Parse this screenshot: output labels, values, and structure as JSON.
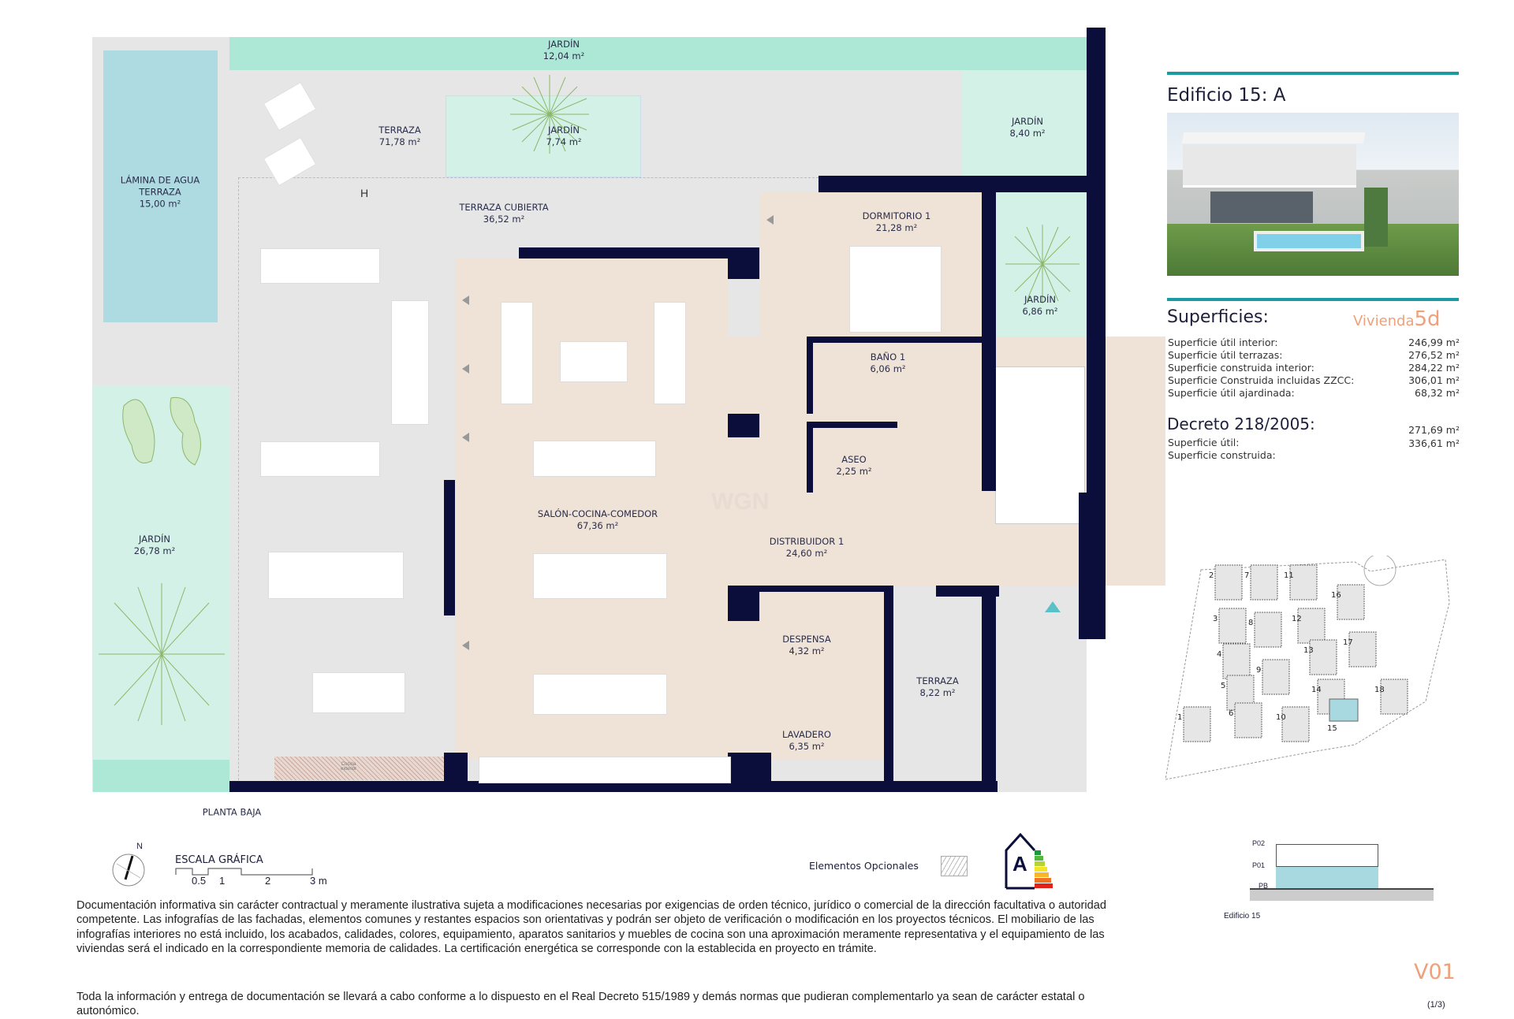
{
  "plan": {
    "level_label": "PLANTA BAJA",
    "rooms": {
      "jardin_top": {
        "name": "JARDÍN",
        "area": "12,04 m²"
      },
      "terraza": {
        "name": "TERRAZA",
        "area": "71,78 m²"
      },
      "jardin_center": {
        "name": "JARDÍN",
        "area": "7,74 m²"
      },
      "jardin_right": {
        "name": "JARDÍN",
        "area": "8,40 m²"
      },
      "lamina": {
        "name1": "LÁMINA DE AGUA",
        "name2": "TERRAZA",
        "area": "15,00 m²"
      },
      "terraza_cubierta": {
        "name": "TERRAZA CUBIERTA",
        "area": "36,52 m²"
      },
      "dormitorio": {
        "name": "DORMITORIO 1",
        "area": "21,28 m²"
      },
      "jardin_patio": {
        "name": "JARDÍN",
        "area": "6,86 m²"
      },
      "bano": {
        "name": "BAÑO 1",
        "area": "6,06 m²"
      },
      "aseo": {
        "name": "ASEO",
        "area": "2,25 m²"
      },
      "salon": {
        "name": "SALÓN-COCINA-COMEDOR",
        "area": "67,36 m²"
      },
      "distribuidor": {
        "name": "DISTRIBUIDOR 1",
        "area": "24,60 m²"
      },
      "jardin_left": {
        "name": "JARDÍN",
        "area": "26,78 m²"
      },
      "despensa": {
        "name": "DESPENSA",
        "area": "4,32 m²"
      },
      "terraza_small": {
        "name": "TERRAZA",
        "area": "8,22 m²"
      },
      "lavadero": {
        "name": "LAVADERO",
        "area": "6,35 m²"
      }
    },
    "small_marks": {
      "h": "H",
      "cocina_exterior": "Cocina exterior",
      "watermark": "WGN"
    }
  },
  "legend": {
    "north": "N",
    "scale_title": "ESCALA GRÁFICA",
    "scale_ticks": [
      "0.5",
      "1",
      "2",
      "3 m"
    ],
    "optional_elements": "Elementos Opcionales",
    "energy_class": "A",
    "energy_colors": [
      "#1a9a3a",
      "#52b83b",
      "#b5d334",
      "#f2e52a",
      "#f7b52a",
      "#ee7423",
      "#e2231a"
    ]
  },
  "disclaimer": {
    "p1": "Documentación informativa sin carácter contractual y meramente ilustrativa sujeta a modificaciones necesarias por exigencias de orden técnico, jurídico o comercial de la dirección facultativa o autoridad competente. Las infografías de las fachadas, elementos comunes y restantes espacios son orientativas y podrán ser objeto de verificación o modificación en los proyectos técnicos. El mobiliario de las infografías interiores no está incluido, los acabados, calidades, colores, equipamiento, aparatos sanitarios y muebles de cocina son una aproximación meramente representativa y el equipamiento de las viviendas será el indicado en la correspondiente memoria de calidades. La certificación energética se corresponde con la establecida en proyecto en trámite.",
    "p2": "Toda la información y entrega de documentación se llevará a cabo conforme a lo dispuesto en el Real Decreto 515/1989 y demás normas que pudieran complementarlo ya sean de carácter estatal o autonómico."
  },
  "panel": {
    "title": "Edificio 15: A",
    "superficies_title": "Superficies:",
    "vivienda_label": "Vivienda",
    "vivienda_code": "5d",
    "superficies": [
      {
        "label": "Superficie útil interior:",
        "value": "246,99 m²"
      },
      {
        "label": "Superficie útil terrazas:",
        "value": "276,52 m²"
      },
      {
        "label": "Superficie construida interior:",
        "value": "284,22 m²"
      },
      {
        "label": "Superficie Construida incluidas ZZCC:",
        "value": "306,01 m²"
      },
      {
        "label": "Superficie útil ajardinada:",
        "value": "68,32 m²"
      }
    ],
    "decreto_title": "Decreto 218/2005:",
    "decreto": [
      {
        "label": "Superficie útil:",
        "value": "271,69 m²"
      },
      {
        "label": "Superficie construida:",
        "value": "336,61 m²"
      }
    ],
    "site_numbers": [
      "1",
      "2",
      "3",
      "4",
      "5",
      "6",
      "7",
      "8",
      "9",
      "10",
      "11",
      "12",
      "13",
      "14",
      "15",
      "16",
      "17",
      "18"
    ],
    "highlight_building": "15",
    "section_levels": [
      "P02",
      "P01",
      "PB"
    ],
    "section_caption": "Edificio 15",
    "version": "V01",
    "page": "(1/3)",
    "accent_teal": "#1b9aa0",
    "accent_orange": "#f0a07a",
    "highlight_blue": "#a8d8e0"
  }
}
